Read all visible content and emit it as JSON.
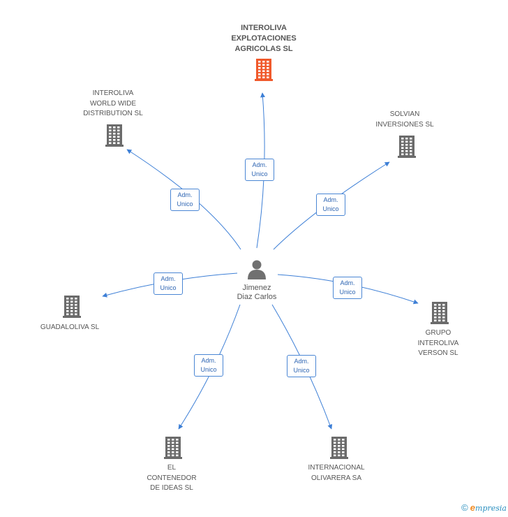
{
  "colors": {
    "edge": "#3d7fd6",
    "building_default": "#6b6b6b",
    "building_highlight": "#f0592b",
    "person": "#707070"
  },
  "center": {
    "name_lines": [
      "Jimenez",
      "Diaz Carlos"
    ],
    "icon": "person-icon"
  },
  "companies": [
    {
      "id": "interoliva-explotaciones",
      "lines": [
        "INTEROLIVA",
        "EXPLOTACIONES",
        "AGRICOLAS SL"
      ],
      "highlight": true,
      "icon": "building-icon"
    },
    {
      "id": "interoliva-world-wide",
      "lines": [
        "INTEROLIVA",
        "WORLD WIDE",
        "DISTRIBUTION SL"
      ],
      "highlight": false,
      "icon": "building-icon"
    },
    {
      "id": "solvian",
      "lines": [
        "SOLVIAN",
        "INVERSIONES SL"
      ],
      "highlight": false,
      "icon": "building-icon"
    },
    {
      "id": "guadaloliva",
      "lines": [
        "GUADALOLIVA SL"
      ],
      "highlight": false,
      "icon": "building-icon"
    },
    {
      "id": "grupo-interoliva",
      "lines": [
        "GRUPO",
        "INTEROLIVA",
        "VERSON  SL"
      ],
      "highlight": false,
      "icon": "building-icon"
    },
    {
      "id": "el-contenedor",
      "lines": [
        "EL",
        "CONTENEDOR",
        "DE IDEAS SL"
      ],
      "highlight": false,
      "icon": "building-icon"
    },
    {
      "id": "internacional-olivarera",
      "lines": [
        "INTERNACIONAL",
        "OLIVARERA SA"
      ],
      "highlight": false,
      "icon": "building-icon"
    }
  ],
  "edges": [
    {
      "to": "interoliva-explotaciones",
      "role_lines": [
        "Adm.",
        "Unico"
      ]
    },
    {
      "to": "interoliva-world-wide",
      "role_lines": [
        "Adm.",
        "Unico"
      ]
    },
    {
      "to": "solvian",
      "role_lines": [
        "Adm.",
        "Unico"
      ]
    },
    {
      "to": "guadaloliva",
      "role_lines": [
        "Adm.",
        "Unico"
      ]
    },
    {
      "to": "grupo-interoliva",
      "role_lines": [
        "Adm.",
        "Unico"
      ]
    },
    {
      "to": "el-contenedor",
      "role_lines": [
        "Adm.",
        "Unico"
      ]
    },
    {
      "to": "internacional-olivarera",
      "role_lines": [
        "Adm.",
        "Unico"
      ]
    }
  ],
  "footer": {
    "copyright_symbol": "©",
    "brand_initial": "e",
    "brand_rest": "mpresia"
  }
}
